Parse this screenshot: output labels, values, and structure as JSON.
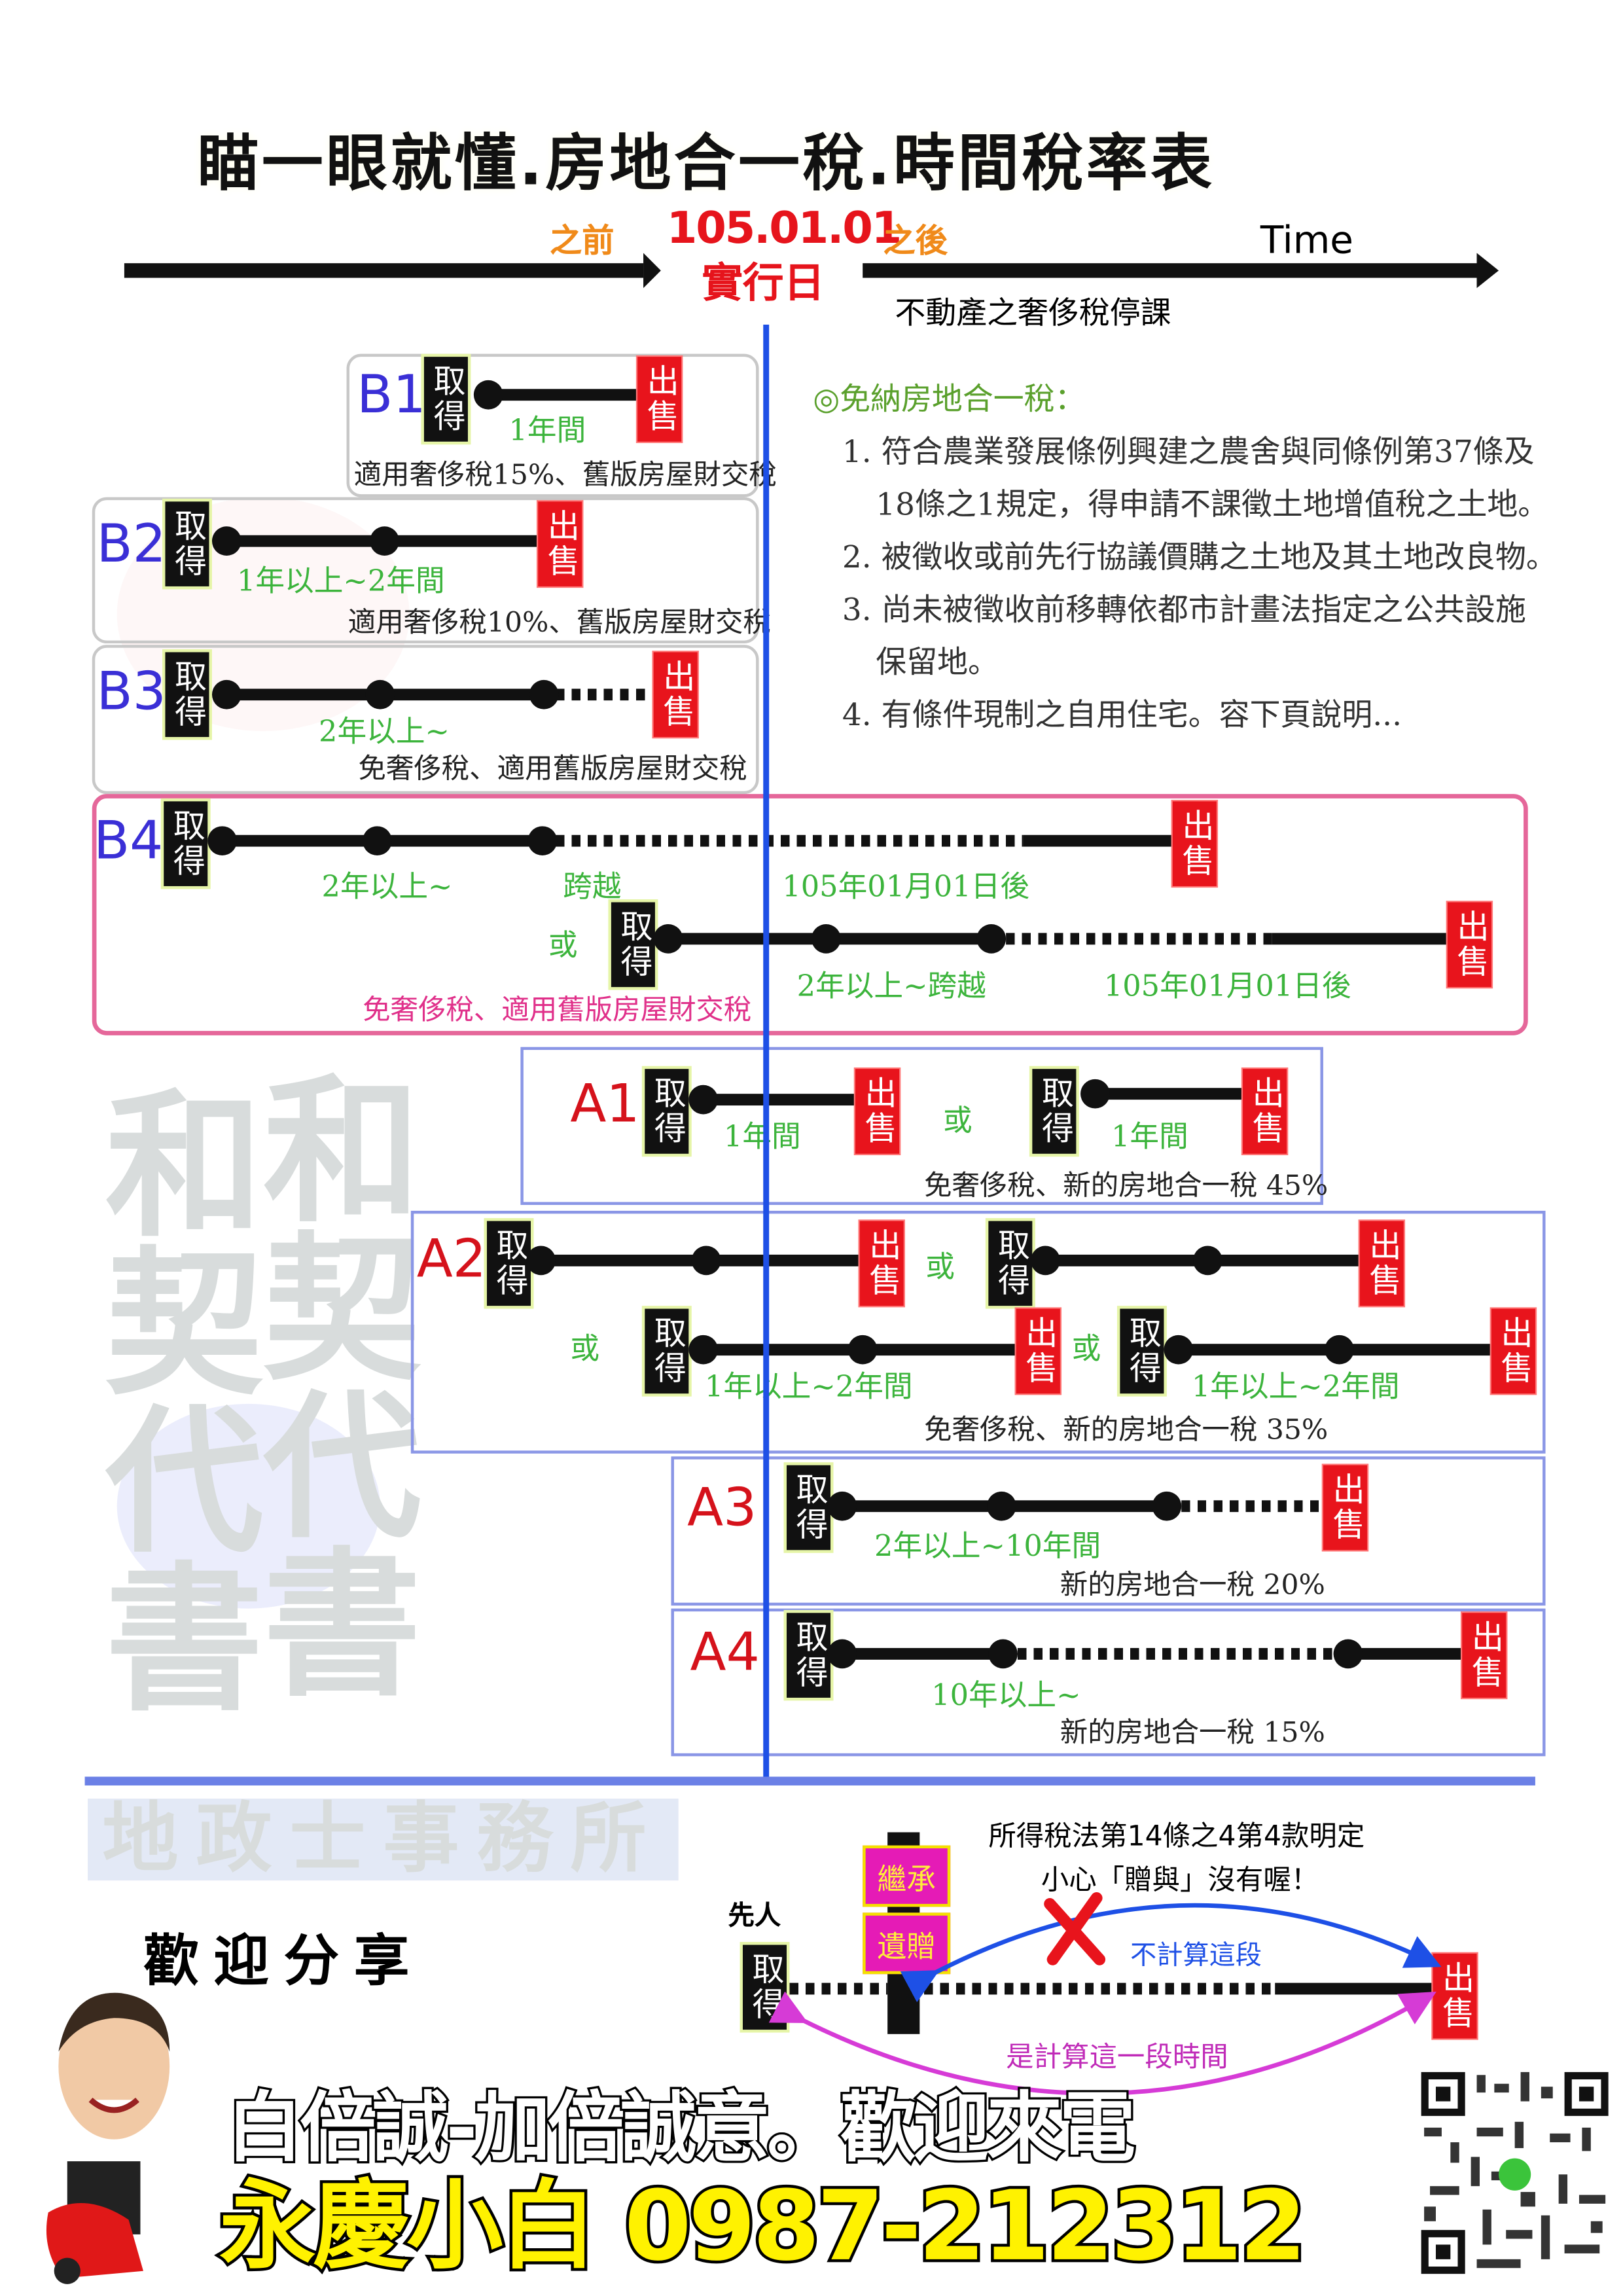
{
  "title": "瞄一眼就懂.房地合一稅.時間稅率表",
  "timeline": {
    "before": "之前",
    "date": "105.01.01",
    "effective": "實行日",
    "after": "之後",
    "time": "Time",
    "note": "不動產之奢侈稅停課"
  },
  "labels": {
    "acquire": "取得",
    "sell": "出售",
    "or": "或"
  },
  "watermark": {
    "name": "和契代書",
    "office": "地政士事務所"
  },
  "exempt": {
    "heading": "◎免納房地合一稅：",
    "items": [
      "1. 符合農業發展條例興建之農舍與同條例第37條及",
      "18條之1規定，得申請不課徵土地增值稅之土地。",
      "2. 被徵收或前先行協議價購之土地及其土地改良物。",
      "3. 尚未被徵收前移轉依都市計畫法指定之公共設施",
      "保留地。",
      "4. 有條件現制之自用住宅。容下頁說明..."
    ]
  },
  "before_rules": [
    {
      "id": "B1",
      "period": "1年間",
      "tax": "適用奢侈稅15%、舊版房屋財交稅"
    },
    {
      "id": "B2",
      "period": "1年以上~2年間",
      "tax": "適用奢侈稅10%、舊版房屋財交稅"
    },
    {
      "id": "B3",
      "period": "2年以上~",
      "tax": "免奢侈稅、適用舊版房屋財交稅"
    },
    {
      "id": "B4",
      "period": "2年以上~",
      "cross": "跨越",
      "after_date": "105年01月01日後",
      "period2": "2年以上~跨越",
      "after_date2": "105年01月01日後",
      "tax": "免奢侈稅、適用舊版房屋財交稅"
    }
  ],
  "after_rules": [
    {
      "id": "A1",
      "period": "1年間",
      "tax": "免奢侈稅、新的房地合一稅 45%"
    },
    {
      "id": "A2",
      "period": "1年以上~2年間",
      "tax": "免奢侈稅、新的房地合一稅 35%"
    },
    {
      "id": "A3",
      "period": "2年以上~10年間",
      "tax": "新的房地合一稅 20%"
    },
    {
      "id": "A4",
      "period": "10年以上~",
      "tax": "新的房地合一稅 15%"
    }
  ],
  "inherit": {
    "law": "所得稅法第14條之4第4款明定",
    "warning": "小心「贈與」沒有喔！",
    "predecessor": "先人",
    "inherit_label": "繼承",
    "bequest_label": "遺贈",
    "not_counted": "不計算這段",
    "counted": "是計算這一段時間"
  },
  "share": "歡迎分享",
  "footer": {
    "slogan": "白倍誠-加倍誠意。歡迎來電",
    "contact": "永慶小白 0987-212312"
  },
  "colors": {
    "blue_line": "#1e50e6",
    "sell": "#e8141c",
    "green": "#3cb43c",
    "pink": "#e5679a"
  }
}
